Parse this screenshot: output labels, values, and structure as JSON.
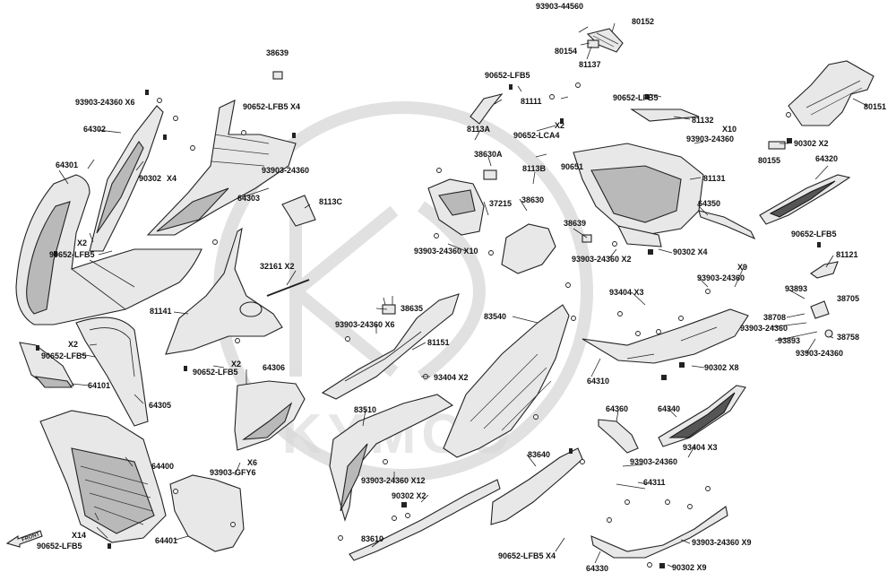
{
  "watermark": {
    "brand": "KYMCO"
  },
  "front_arrow": "FRONT",
  "labels": [
    "93903-44560",
    "80152",
    "80154",
    "81137",
    "38639",
    "90652-LFB5",
    "81111",
    "X2",
    "90652-LCA4",
    "90652-LFB5",
    "81132",
    "X10",
    "93903-24360",
    "80151",
    "93903-24360 X6",
    "90652-LFB5 X4",
    "64302",
    "8113A",
    "38630A",
    "64301",
    "90302",
    "X4",
    "93903-24360",
    "90651",
    "81131",
    "90302 X2",
    "80155",
    "64320",
    "8113B",
    "37215",
    "38630",
    "8113C",
    "64303",
    "64350",
    "38639",
    "X2",
    "90652-LFB5",
    "93903-24360 X10",
    "90302 X4",
    "93903-24360 X2",
    "90652-LFB5",
    "32161 X2",
    "81121",
    "X9",
    "93903-24360",
    "81141",
    "38635",
    "93404 X3",
    "93893",
    "38705",
    "38708",
    "93903-24360",
    "38758",
    "93893",
    "93903-24360",
    "93903-24360 X6",
    "83540",
    "81151",
    "X2",
    "90652-LFB5",
    "64310",
    "90302 X8",
    "X2",
    "90652-LFB5",
    "64101",
    "64306",
    "93404 X2",
    "64305",
    "64360",
    "64340",
    "83510",
    "93404 X3",
    "93903-24360",
    "64400",
    "X6",
    "93903-GFY6",
    "83640",
    "64311",
    "93903-24360 X12",
    "90302 X2",
    "X14",
    "90652-LFB5",
    "83610",
    "93903-24360 X9",
    "64401",
    "90652-LFB5 X4",
    "64330",
    "90302 X9"
  ]
}
